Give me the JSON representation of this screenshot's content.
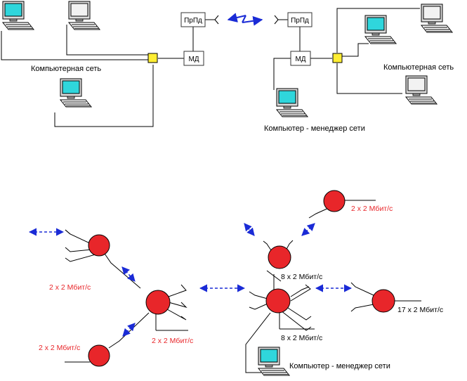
{
  "top": {
    "left_network_label": "Компьютерная сеть",
    "right_network_label": "Компьютерная сеть",
    "manager_label": "Компьютер - менеджер сети",
    "left_prpd": "ПрПд",
    "right_prpd": "ПрПд",
    "left_md": "МД",
    "right_md": "МД"
  },
  "bottom": {
    "rate_top_right": "2 х 2 Мбит/с",
    "rate_left_mid": "2 х 2 Мбит/с",
    "rate_left_bottom": "2 х 2 Мбит/с",
    "rate_center_left": "2 х 2 Мбит/с",
    "rate_center_top": "8 х 2 Мбит/с",
    "rate_center_bottom": "8 х 2 Мбит/с",
    "rate_right": "17 х 2 Мбит/с",
    "manager_label": "Компьютер - менеджер сети"
  },
  "colors": {
    "node_fill": "#e8262a",
    "screen": "#2fd6dc",
    "hub": "#ffee33",
    "link_arrow": "#1a2bd6",
    "rate_text": "#e8262a"
  }
}
